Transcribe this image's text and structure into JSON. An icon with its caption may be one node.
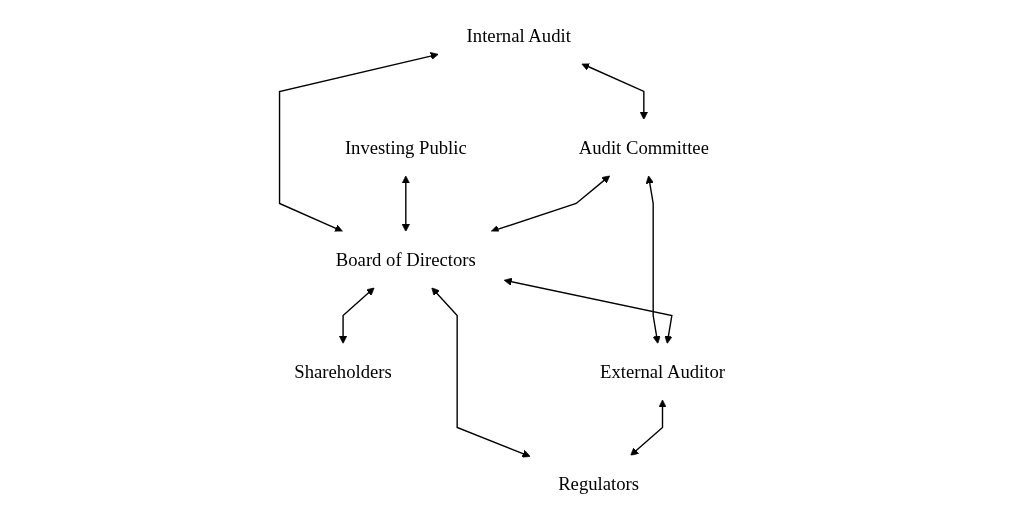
{
  "diagram": {
    "nodes": [
      {
        "text": [
          "Internal Audit"
        ]
      },
      {
        "text": [
          "Investing Public"
        ]
      },
      {
        "text": [
          "Audit Committee"
        ]
      },
      {
        "text": [
          "Board of Directors"
        ]
      },
      {
        "text": [
          "Shareholders"
        ]
      },
      {
        "text": [
          "External Auditor"
        ]
      },
      {
        "text": [
          "Regulators"
        ]
      }
    ],
    "edges": [
      {
        "from": 0,
        "to": 3,
        "arrow": "both"
      },
      {
        "from": 1,
        "to": 3,
        "arrow": "both"
      },
      {
        "from": 0,
        "to": 2,
        "arrow": "both"
      },
      {
        "from": 2,
        "to": 3,
        "arrow": "both"
      },
      {
        "from": 3,
        "to": 4,
        "arrow": "both"
      },
      {
        "from": 2,
        "to": 5,
        "arrow": "both"
      },
      {
        "from": 3,
        "to": 5,
        "arrow": "both"
      },
      {
        "from": 3,
        "to": 6,
        "arrow": "both"
      },
      {
        "from": 5,
        "to": 6,
        "arrow": "both"
      }
    ]
  }
}
